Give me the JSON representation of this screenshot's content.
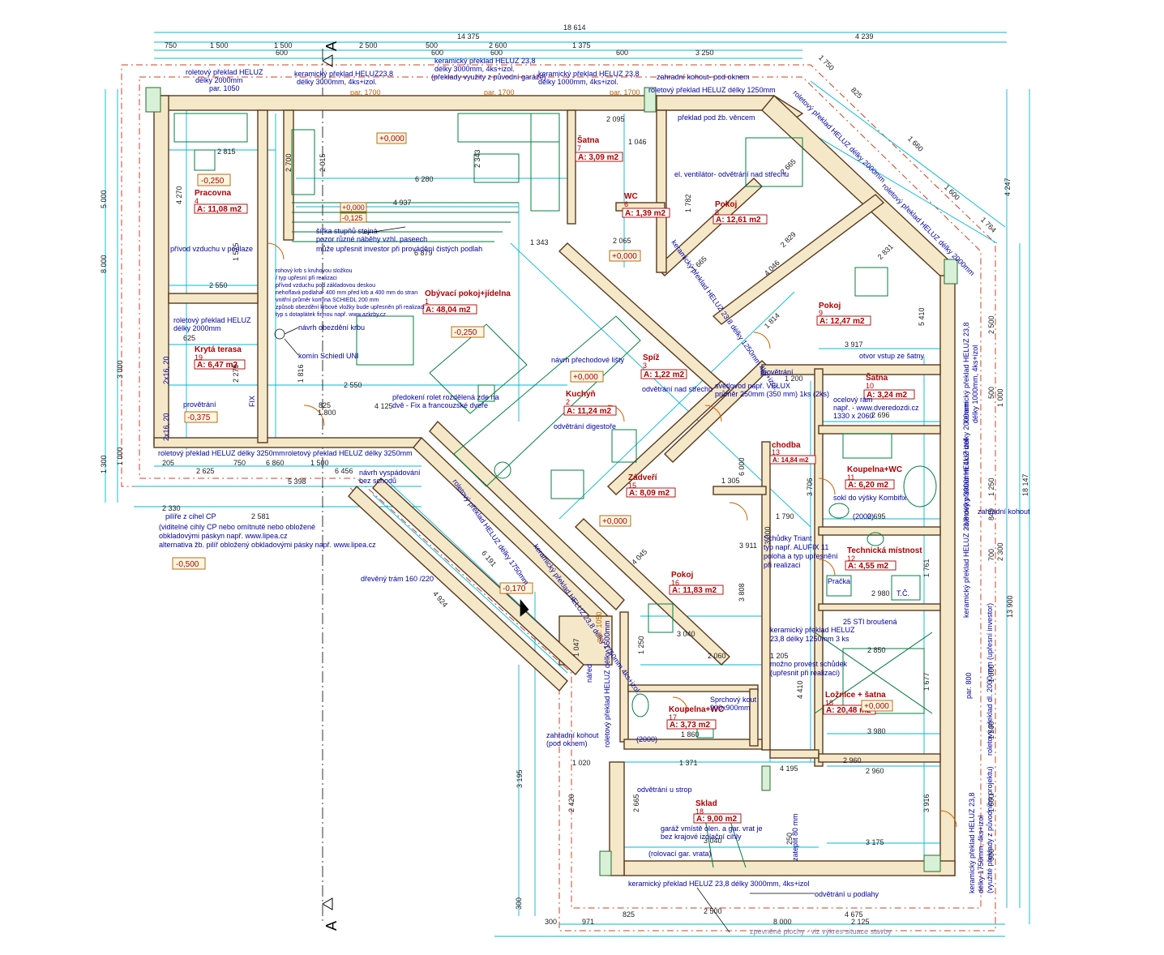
{
  "dims_top": {
    "overall": "18 614",
    "part_left": "14 375",
    "part_right": "4 239",
    "row1": [
      "750",
      "1 500",
      "1 500",
      "2 500",
      "500",
      "2 600",
      "1 375"
    ],
    "row2": [
      "600",
      "600",
      "600",
      "600",
      "3 250"
    ],
    "inner": [
      "2 095",
      "1 046",
      "2 815",
      "2 343",
      "2 700",
      "2 015",
      "6 280",
      "4 937",
      "1 343",
      "6 879",
      "2 065"
    ]
  },
  "dims_left": [
    "5 000",
    "8 000",
    "3 000",
    "1 300",
    "1 000",
    "4 270",
    "1 575",
    "1 816",
    "2 275"
  ],
  "dims_right": [
    "4 247",
    "2 500",
    "18 147",
    "13 900",
    "500",
    "1 000",
    "1 250",
    "1 500",
    "2 300",
    "700",
    "849",
    "1 800",
    "1 600",
    "600"
  ],
  "dims_bottom": [
    "971",
    "825",
    "2 500",
    "8 000",
    "4 675",
    "2 125",
    "300",
    "300"
  ],
  "dims_misc": [
    "3 917",
    "2 696",
    "2 695",
    "2 980",
    "2 850",
    "3 980",
    "2 960",
    "2 960",
    "3 175",
    "1 371",
    "1 020",
    "4 195",
    "3 040",
    "3 040",
    "1 860",
    "2 060",
    "1 205",
    "1 200",
    "1 305",
    "1 790",
    "3 911",
    "2 550",
    "2 550",
    "1 800",
    "825",
    "4 125",
    "6 456",
    "5 398",
    "2 581",
    "2 330",
    "2 625",
    "1 500",
    "625",
    "205",
    "750",
    "6 860",
    "6 191",
    "4 924",
    "3 195",
    "2 420",
    "2 665",
    "3 916",
    "4 410",
    "3 808",
    "4 045",
    "4 046",
    "2 829",
    "2 665",
    "2 831",
    "1 782",
    "1 665",
    "1 814",
    "5 410",
    "3 706",
    "3 000",
    "1 677",
    "1 761",
    "1 250",
    "1 047",
    "6 000",
    "1 660",
    "1 600",
    "825",
    "1 750",
    "1 764",
    "250"
  ],
  "rooms": [
    {
      "name": "Pracovna",
      "num": "4",
      "area": "A: 11,08 m2"
    },
    {
      "name": "Šatna",
      "num": "7",
      "area": "A: 3,09 m2"
    },
    {
      "name": "WC",
      "num": "6",
      "area": "A: 1,39 m2"
    },
    {
      "name": "Pokoj",
      "num": "8",
      "area": "A: 12,61 m2"
    },
    {
      "name": "Pokoj",
      "num": "9",
      "area": "A: 12,47 m2"
    },
    {
      "name": "Obývací pokoj+jídelna",
      "num": "1",
      "area": "A: 48,04 m2"
    },
    {
      "name": "Krytá terasa",
      "num": "19",
      "area": "A: 6,47 m2"
    },
    {
      "name": "Spíž",
      "num": "3",
      "area": "A: 1,22 m2"
    },
    {
      "name": "Kuchyň",
      "num": "2",
      "area": "A: 11,24 m2"
    },
    {
      "name": "Šatna",
      "num": "10",
      "area": "A: 3,24 m2"
    },
    {
      "name": "chodba",
      "num": "13",
      "area": "A: 14,84 m2"
    },
    {
      "name": "Koupelna+WC",
      "num": "11",
      "area": "A: 6,20 m2"
    },
    {
      "name": "Zádveří",
      "num": "15",
      "area": "A: 8,09 m2"
    },
    {
      "name": "Technická místnost",
      "num": "12",
      "area": "A: 4,55 m2"
    },
    {
      "name": "Pokoj",
      "num": "16",
      "area": "A: 11,83 m2"
    },
    {
      "name": "Ložnice + šatna",
      "num": "18",
      "area": "A: 20,48 m2"
    },
    {
      "name": "Koupelna+WC",
      "num": "17",
      "area": "A: 3,73 m2"
    },
    {
      "name": "Sklad",
      "num": "18",
      "area": "A: 9,00 m2"
    }
  ],
  "levels": [
    "+0,000",
    "-0,250",
    "+0,000",
    "-0,125",
    "+0,000",
    "-0,250",
    "+0,000",
    "-0,375",
    "+0,000",
    "-0,170",
    "-0,500",
    "+0,000"
  ],
  "section_labels": [
    "A",
    "A"
  ],
  "notes": {
    "n1": "roletový překlad HELUZ",
    "n1b": "délky 2000mm",
    "n1c": "par. 1050",
    "n2": "keramický překlad HELUZ23,8",
    "n2b": "délky 3000mm, 4ks+izol.",
    "n3": "keramický překlad HELUZ 23,8",
    "n3b": "délky 3000mm, 4ks+izol.",
    "n3c": "(překlady využity z původní garáže)",
    "n4": "keramický překlad HELUZ 23,8",
    "n4b": "délky 1000mm, 4ks+izol.",
    "n5": "zahradní kohout- pod oknem",
    "n6": "roletový překlad HELUZ délky 1250mm",
    "n7": "překlad pod žb. věncem",
    "n8": "el. ventilátor- odvětrání nad střechu",
    "par1": "par. 1700",
    "par2": "par. 1700",
    "par3": "par. 1700",
    "n9": "šířka stupňů stejná",
    "n9b": "pozor různé náběhy vzhl. paseech",
    "n9c": "může upřesnit investor při provádění čistých podlah",
    "n10": "přívod vzduchu v podlaze",
    "n11": "rohový krb s kruhovou složkou",
    "n11b": "/ typ upřesní při realizaci",
    "n11c": "přívod vzduchu pod základovou deskou",
    "n11d": "nehořlavá podlaha- 400 mm před krb a 400 mm do stran",
    "n11e": "vnitřní průměr komína SCHIEDL 200 mm",
    "n11f": "způsob obezdění krbové vložky bude upřesněn při realizaci",
    "n11g": "typ s dotaplátek firmou např. www.azkrby.cz",
    "n12": "návrh obezdění krbu",
    "n13": "komín Schiedl UNI",
    "n14": "roletový překlad HELUZ",
    "n14b": "délky 2000mm",
    "n15": "provětrání",
    "n16": "roletový překlad HELUZ délky 3250mm",
    "n17": "roletový překlad HELUZ délky 3250mm",
    "n18": "návrh vyspádování",
    "n18b": "bez schodů",
    "n19": "pilíře z cihel CP",
    "n19b": "(viditelné cihly CP nebo omítnuté nebo obložené",
    "n19c": "obkladovými páskyn např. www.lipea.cz",
    "n19d": "alternativa žb. pilíř obložený obkladovými pásky např. www.lipea.cz",
    "n20": "předokení rolet rozdělená zde na",
    "n20b": "dvě - Fix a francouzské dveře",
    "n21": "návrh přechodové lišty",
    "n22": "odvětrání nad střechu",
    "n23": "světlovod např. VELUX",
    "n23b": "průměr 250mm (350 mm) 1ks (2ks)",
    "n24": "provětrání",
    "n25": "otvor vstup ze šatny",
    "n26": "ocelový rám",
    "n26b": "např. - www.dveredozdi.cz",
    "n26c": "1330 x 2060",
    "n27": "odvětrání digestoře",
    "n28": "sokl do výšky Kombifix",
    "n29": "Schůdky Triant",
    "n29b": "typ např. ALUFIX 11",
    "n29c": "poloha a typ upřesnění",
    "n29d": "při realizaci",
    "n30": "zahradní kohout",
    "n31": "Pračka",
    "n32": "T.Č.",
    "n33": "25 STI broušená",
    "n34": "keramický překlad HELUZ",
    "n34b": "23,8 délky 1250mm 3 ks",
    "n35": "možno provést schůdek",
    "n35b": "(upřesnit při realizaci)",
    "n36": "dřevěný trám 160 /220",
    "n37": "nářed",
    "n38": "zahradní kohout",
    "n38b": "(pod oknem)",
    "n39": "Sprchový kout",
    "n39b": "900x900mm",
    "n40": "odvětrání u strop",
    "n41": "garáž vmístě olen. a gar. vrat je",
    "n41b": "bez krajové izolační cihly",
    "n42": "(rolovací gar. vrata)",
    "n43": "zateplit 80 mm",
    "n44": "keramický překlad HELUZ 23,8 délky 3000mm, 4ks+izol",
    "n45": "odvětrání u podlahy",
    "n46": "zpevněné plochy - viz výkres situace stavby",
    "n47": "roletový překlad dl. 2000 mm (upřesní investor)",
    "n48": "keramický překlad HELUZ 23,8",
    "n48b": "délky 1750mm, 4ks+izol",
    "n48c": "(využité překlady z původního projektu)",
    "n49": "keramický překlad HELUZ 23,8",
    "n49b": "délky 1000mm, 4ks+izol",
    "n50": "roletový překlad HELUZ délky 2000mm",
    "n51": "roletový překlad HELUZ délky 2000mm",
    "n52": "roletový překlad HELUZ délky 2000mm",
    "n53": "keramický překlad HELUZ 23,8 délky 1750mm 4ks+izol.",
    "n54": "roletový překlad HELUZ délky 1750mm",
    "n55": "keramický překlad HELUZ 23,8 délky 1250mm 4ks+izol.",
    "n56": "roletový překlad HELUZ délky 1500mm",
    "n57": "keramický překlad HELUZ 23,8 délky 3000mm 4ks+izol",
    "n58": "par. 1050",
    "n59": "par. 800",
    "n60": "(2000)",
    "n61": "(2000)",
    "n62": "2x16, 20",
    "n63": "2x16, 20",
    "n64": "FIX"
  }
}
